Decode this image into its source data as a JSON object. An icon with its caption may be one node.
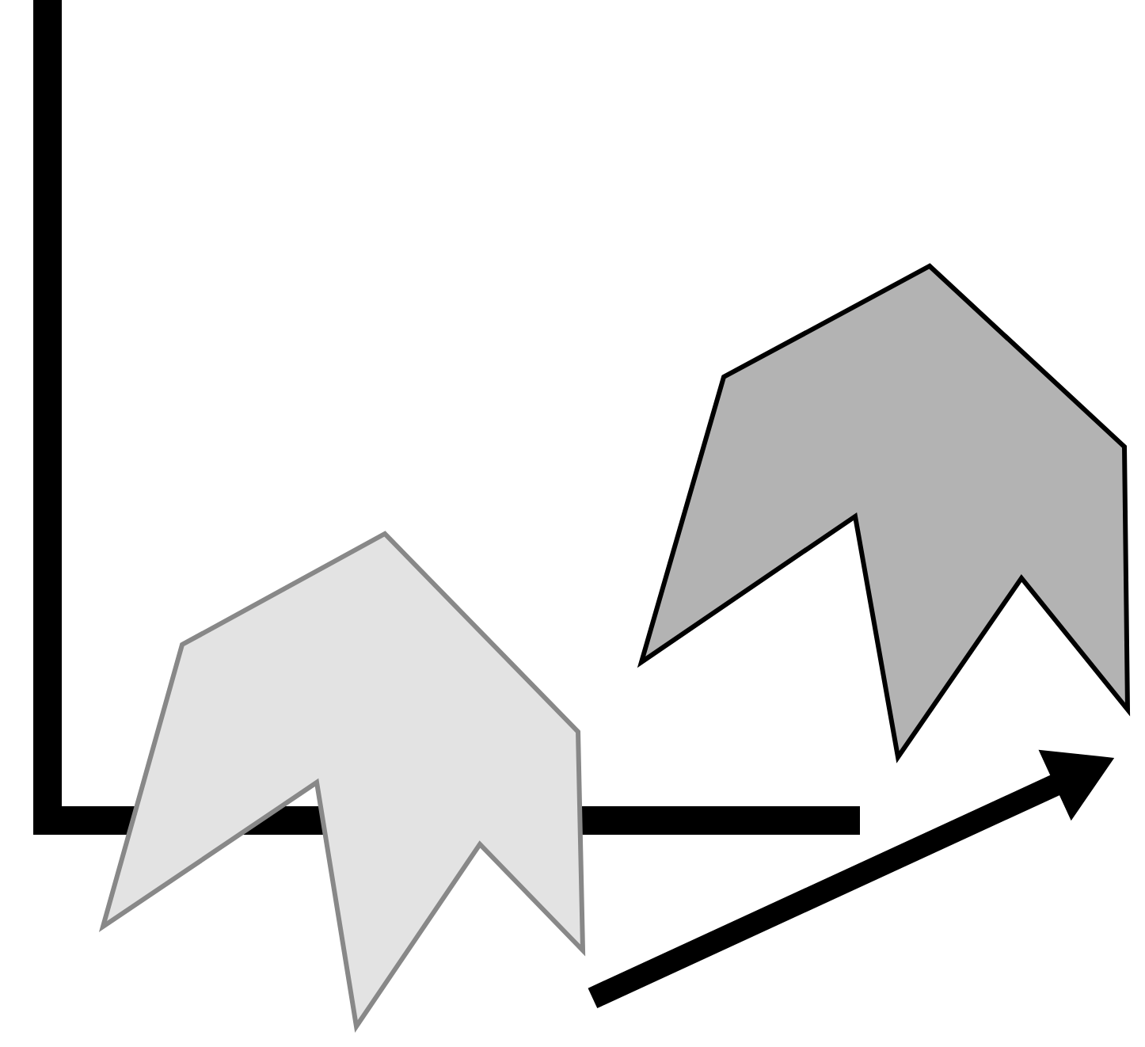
{
  "diagram": {
    "nodes": [
      {
        "text": [],
        "shape": "polygon"
      },
      {
        "text": [],
        "shape": "polygon"
      }
    ],
    "edges": [
      {
        "from": 0,
        "to": 1,
        "arrow": "to"
      }
    ]
  }
}
